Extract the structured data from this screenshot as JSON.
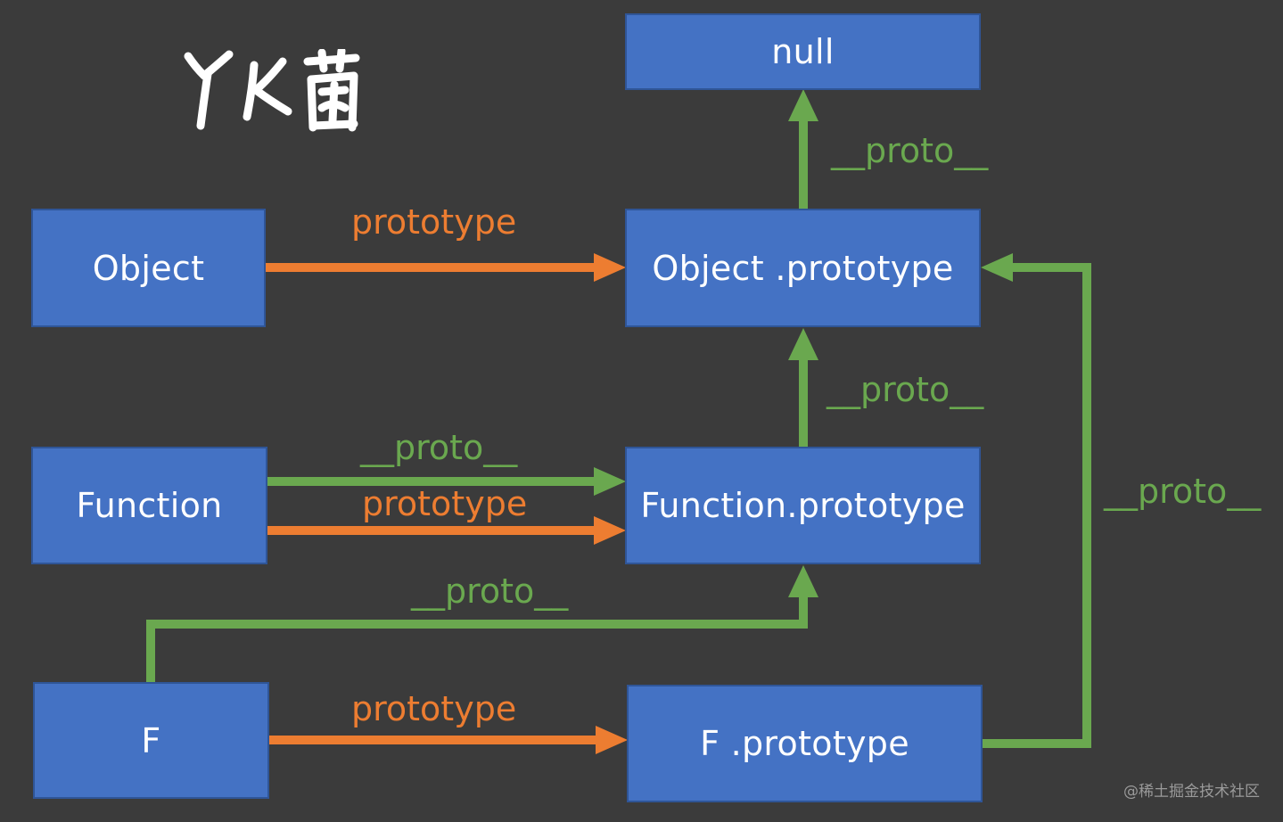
{
  "boxes": {
    "null": "null",
    "object": "Object",
    "object_prototype": "Object .prototype",
    "function": "Function",
    "function_prototype": "Function.prototype",
    "f": "F",
    "f_prototype": "F .prototype"
  },
  "edges": {
    "object_to_object_prototype": "prototype",
    "object_prototype_to_null": "__proto__",
    "function_prototype_to_object_prototype": "__proto__",
    "function_proto": "__proto__",
    "function_prototype": "prototype",
    "f_to_function_prototype": "__proto__",
    "f_prototype": "prototype",
    "f_prototype_to_object_prototype": "__proto__"
  },
  "logo_text": "YK菌",
  "watermark": "@稀土掘金技术社区",
  "colors": {
    "background": "#3b3b3b",
    "box": "#4472c4",
    "proto_arrow": "#6aa84f",
    "prototype_arrow": "#ed7d31"
  }
}
